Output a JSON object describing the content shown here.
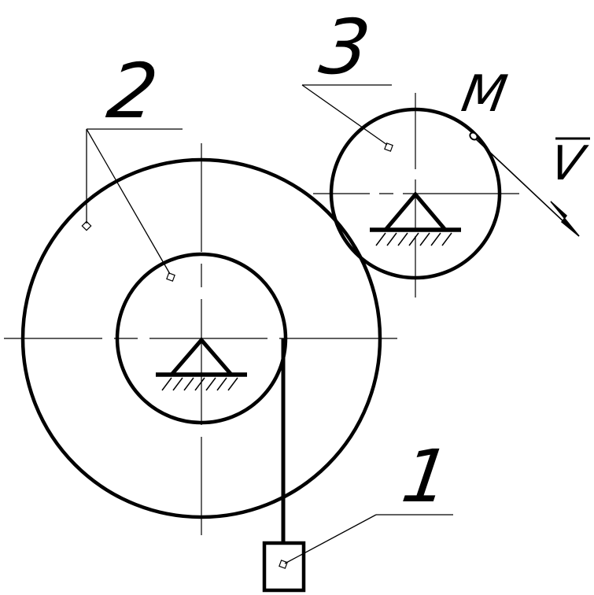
{
  "labels": {
    "body_1": "1",
    "body_2": "2",
    "body_3": "3",
    "point_m": "M",
    "velocity": "V"
  }
}
